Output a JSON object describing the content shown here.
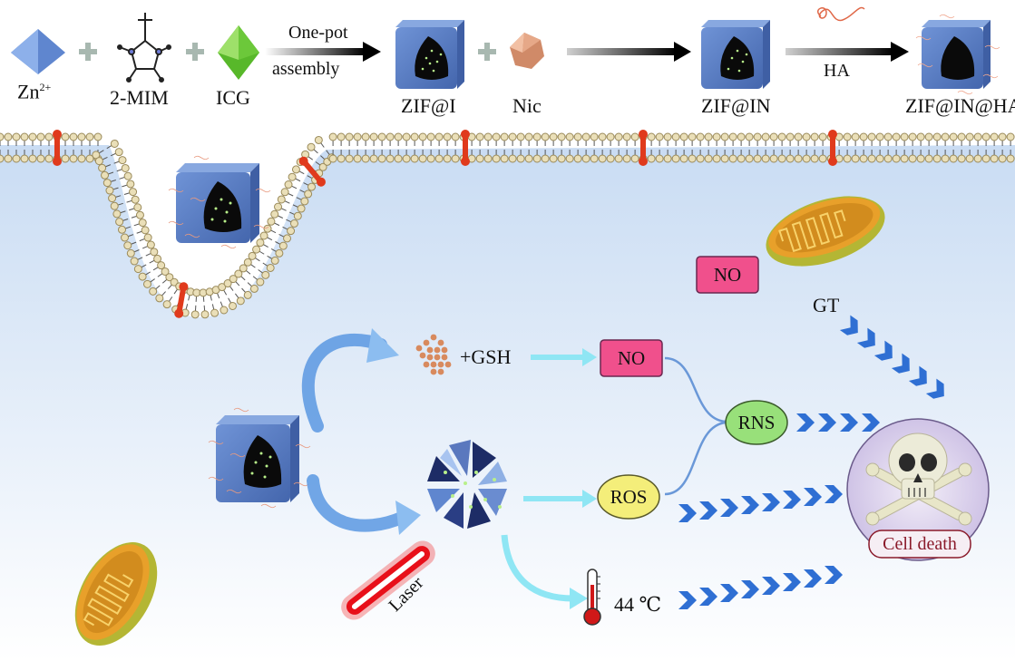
{
  "top_row": {
    "zn": {
      "base": "Zn",
      "sup": "2+"
    },
    "mim": "2-MIM",
    "icg": "ICG",
    "arrow1_line1": "One-pot",
    "arrow1_line2": "assembly",
    "zif_i": "ZIF@I",
    "nic": "Nic",
    "zif_in": "ZIF@IN",
    "arrow3_label": "HA",
    "zif_in_ha": "ZIF@IN@HA"
  },
  "cell": {
    "no_top": "NO",
    "gt": "GT",
    "gsh": "+GSH",
    "no_mid": "NO",
    "rns": "RNS",
    "ros": "ROS",
    "temperature": "44 ℃",
    "laser": "Laser",
    "cell_death": "Cell death"
  },
  "colors": {
    "membrane_bg": "#dbe9f8",
    "cube_blue": "#5b7fc4",
    "no_pink": "#f0508c",
    "rns_green": "#98e07a",
    "ros_yellow": "#f4ee7a",
    "chevron_blue": "#2f6fd3",
    "arrow_cyan": "#8fe6f4",
    "laser_red": "#e8101a"
  }
}
